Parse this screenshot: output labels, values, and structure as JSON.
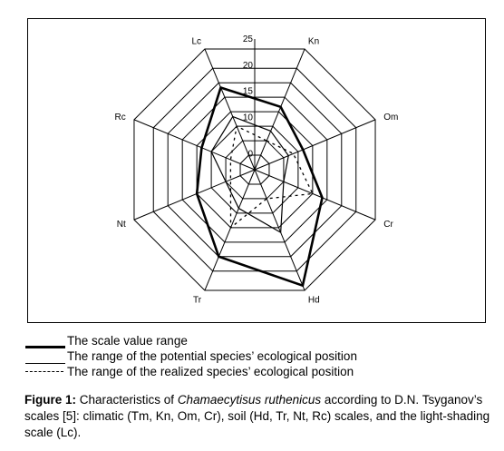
{
  "chart_data": {
    "type": "radar",
    "axes": [
      "Kn",
      "Om",
      "Cr",
      "Hd",
      "Tr",
      "Nt",
      "Rc",
      "Lc"
    ],
    "rmax": 25,
    "rings": [
      3,
      6,
      9,
      12,
      15,
      18,
      21,
      25
    ],
    "tick_labels": [
      {
        "value": 25,
        "text": "25"
      },
      {
        "value": 20,
        "text": "20"
      },
      {
        "value": 15,
        "text": "15"
      },
      {
        "value": 10,
        "text": "10"
      },
      {
        "value": 3,
        "text": "0"
      }
    ],
    "series": [
      {
        "style": "thick",
        "values": [
          13,
          10,
          14,
          24,
          18,
          12,
          11,
          17
        ]
      },
      {
        "style": "thin",
        "values": [
          8,
          7,
          6,
          13,
          8,
          6,
          9,
          11
        ]
      },
      {
        "style": "dashed",
        "values": [
          6,
          8,
          12,
          6,
          12,
          5,
          5,
          9
        ]
      }
    ],
    "grid": true
  },
  "legend": [
    {
      "style": "thick",
      "label": "The scale value range"
    },
    {
      "style": "thin",
      "label": "The range of the potential species’ ecological position"
    },
    {
      "style": "dashed",
      "label": "The range of the realized species’ ecological position"
    }
  ],
  "caption": {
    "prefix": "Figure 1:",
    "part1": " Characteristics of ",
    "italic": "Chamaecytisus ruthenicus",
    "part2": " according to D.N. Tsyganov’s scales [5]: climatic (Tm, Kn, Om, Cr), soil (Hd, Tr, Nt, Rc) scales, and the light-shading scale (Lc)."
  }
}
